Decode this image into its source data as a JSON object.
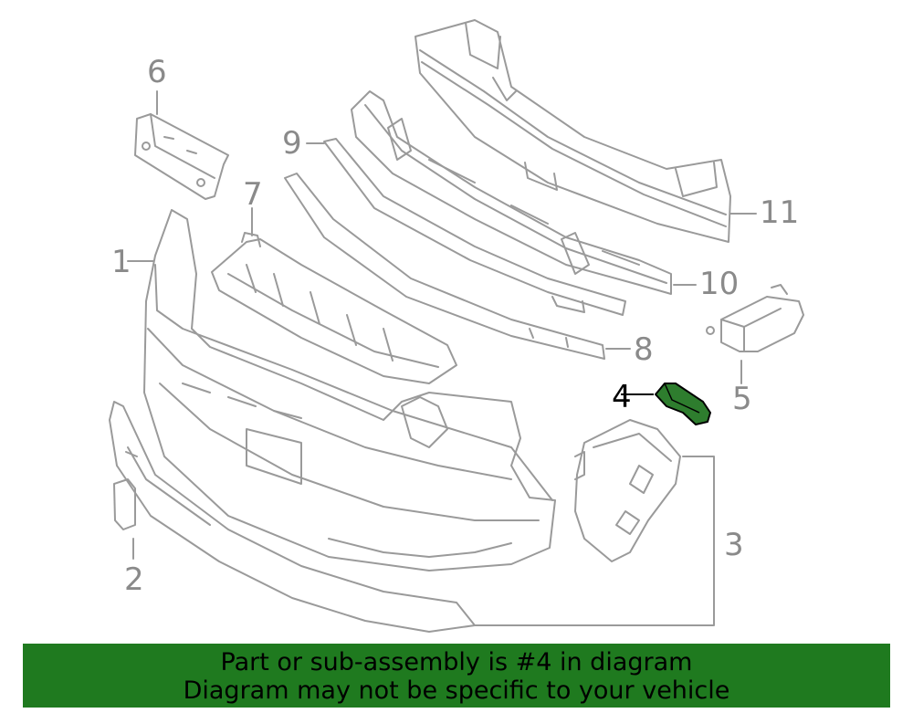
{
  "callouts": {
    "c1": "1",
    "c2": "2",
    "c3": "3",
    "c4": "4",
    "c5": "5",
    "c6": "6",
    "c7": "7",
    "c8": "8",
    "c9": "9",
    "c10": "10",
    "c11": "11"
  },
  "highlighted_part": "4",
  "banner": {
    "line1": "Part or sub-assembly is #4 in diagram",
    "line2": "Diagram may not be specific to your vehicle"
  },
  "colors": {
    "line_art": "#9a9a9a",
    "highlight_fill": "#2e7d2e",
    "banner_bg": "#1f7a1f",
    "banner_text": "#000000"
  }
}
